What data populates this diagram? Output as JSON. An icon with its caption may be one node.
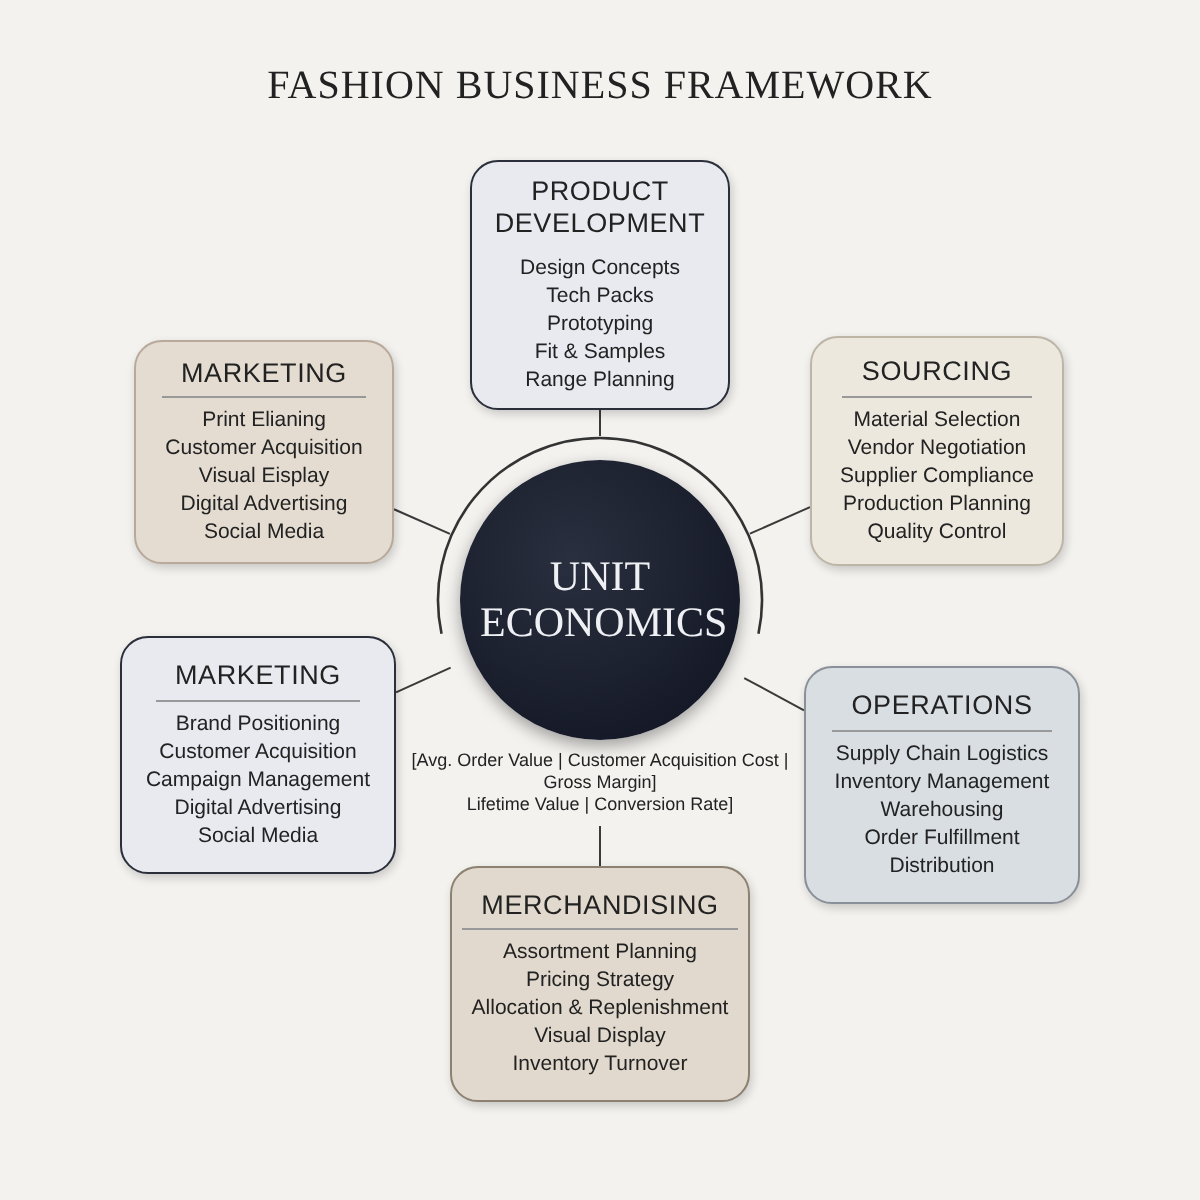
{
  "diagram": {
    "title": "FASHION BUSINESS FRAMEWORK",
    "nodes": [
      {
        "text": [
          "PRODUCT DEVELOPMENT",
          "Design Concepts",
          "Tech Packs",
          "Prototyping",
          "Fit & Samples",
          "Range Planning"
        ]
      },
      {
        "text": [
          "MARKETING",
          "Print Elianing",
          "Customer Acquisition",
          "Visual Eisplay",
          "Digital Advertising",
          "Social Media"
        ]
      },
      {
        "text": [
          "SOURCING",
          "Material Selection",
          "Vendor Negotiation",
          "Supplier Compliance",
          "Production Planning",
          "Quality Control"
        ]
      },
      {
        "text": [
          "UNIT ECONOMICS"
        ],
        "beside": [
          "[Avg. Order Value | Customer Acquisition Cost | Gross Margin]",
          "Lifetime Value | Conversion Rate]"
        ]
      },
      {
        "text": [
          "MARKETING",
          "Brand Positioning",
          "Customer Acquisition",
          "Campaign Management",
          "Digital Advertising",
          "Social Media"
        ]
      },
      {
        "text": [
          "OPERATIONS",
          "Supply Chain Logistics",
          "Inventory Management",
          "Warehousing",
          "Order Fulfillment",
          "Distribution"
        ]
      },
      {
        "text": [
          "MERCHANDISING",
          "Assortment Planning",
          "Pricing Strategy",
          "Allocation & Replenishment",
          "Visual Display",
          "Inventory Turnover"
        ]
      }
    ],
    "edges": [
      {
        "from": 3,
        "to": 0,
        "arrow": "none"
      },
      {
        "from": 3,
        "to": 1,
        "arrow": "none"
      },
      {
        "from": 3,
        "to": 2,
        "arrow": "none"
      },
      {
        "from": 3,
        "to": 4,
        "arrow": "none"
      },
      {
        "from": 3,
        "to": 5,
        "arrow": "none"
      },
      {
        "from": 3,
        "to": 6,
        "arrow": "none"
      }
    ]
  }
}
